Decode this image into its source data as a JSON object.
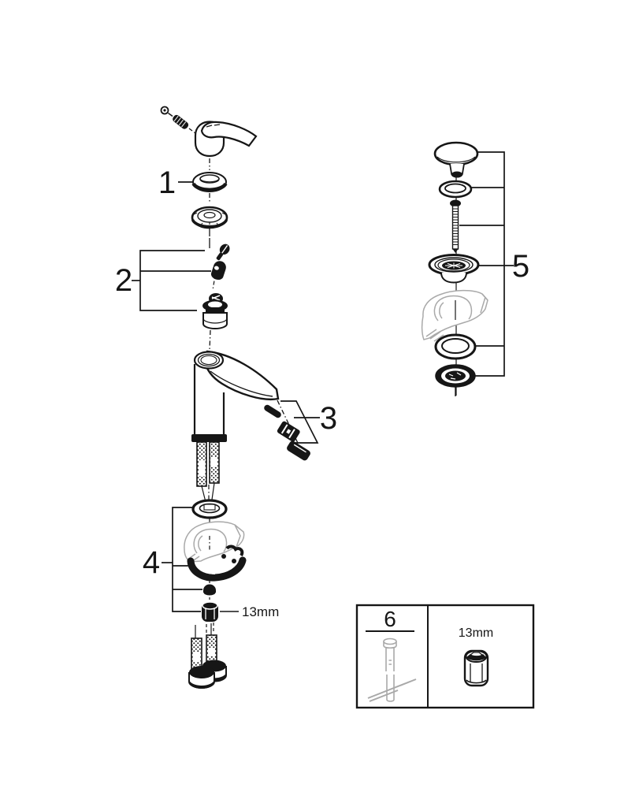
{
  "diagram": {
    "type": "exploded-parts-diagram",
    "background": "#ffffff",
    "line_color": "#161616",
    "silhouette_color": "#a9a9a9",
    "callouts": {
      "c1": "1",
      "c2": "2",
      "c3": "3",
      "c4": "4",
      "c5": "5",
      "c6": "6"
    },
    "annotations": {
      "hex_nut_size": "13mm",
      "tool_size": "13mm"
    }
  }
}
